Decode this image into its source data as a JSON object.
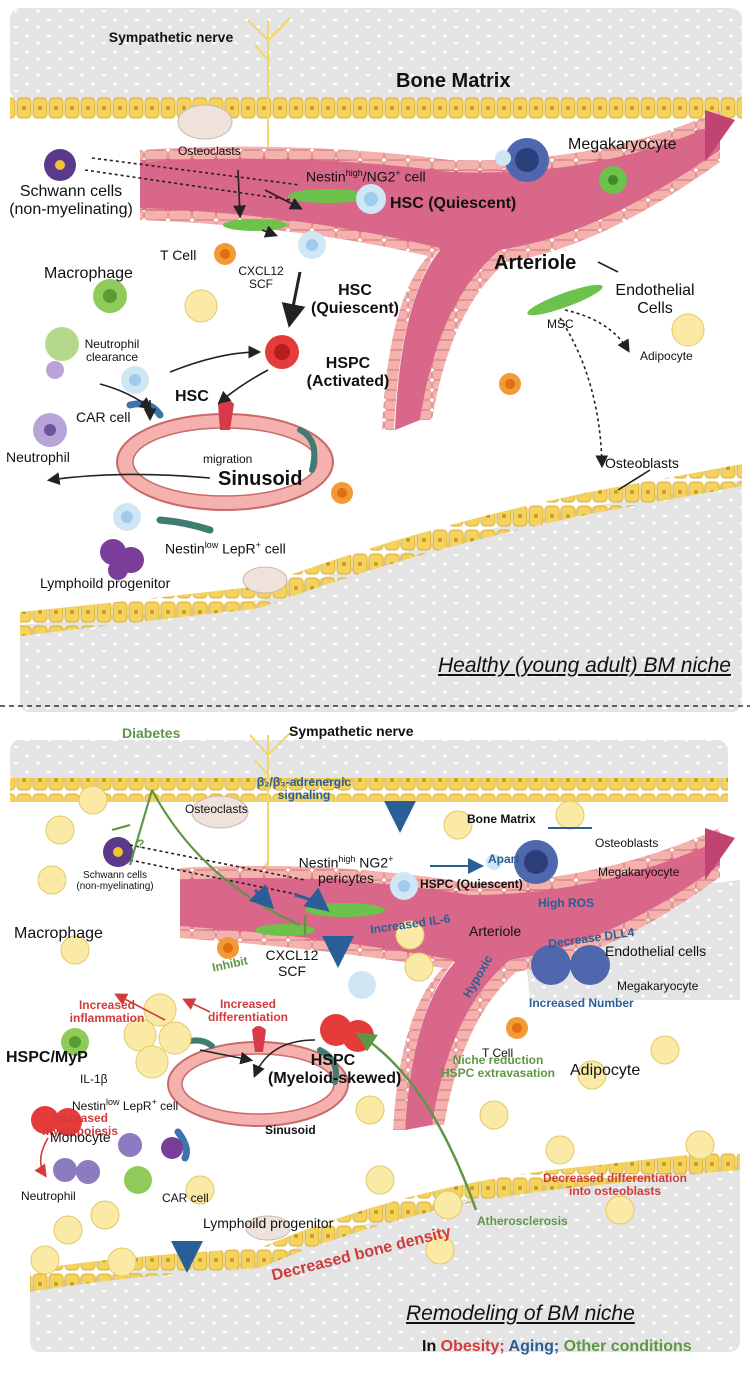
{
  "top": {
    "sympathetic_nerve": "Sympathetic nerve",
    "bone_matrix": "Bone Matrix",
    "osteoclasts": "Osteoclasts",
    "megakaryocyte": "Megakaryocyte",
    "schwann_cells": "Schwann cells",
    "schwann_sub": "(non-myelinating)",
    "nestin_high": "Nestin",
    "nestin_high_sup": "high",
    "nestin_high_rest": "/NG2",
    "nestin_high_plus": "+",
    "nestin_high_cell": " cell",
    "hsc_quiescent_1": "HSC (Quiescent)",
    "t_cell": "T Cell",
    "cxcl12": "CXCL12",
    "scf": "SCF",
    "hsc_quiescent_2a": "HSC",
    "hsc_quiescent_2b": "(Quiescent)",
    "arteriole": "Arteriole",
    "endothelial_a": "Endothelial",
    "endothelial_b": "Cells",
    "macrophage": "Macrophage",
    "neutrophil_clearance_a": "Neutrophil",
    "neutrophil_clearance_b": "clearance",
    "hspc_a": "HSPC",
    "hspc_b": "(Activated)",
    "msc": "MSC",
    "adipocyte": "Adipocyte",
    "hsc": "HSC",
    "car_cell": "CAR cell",
    "neutrophil": "Neutrophil",
    "migration": "migration",
    "sinusoid": "Sinusoid",
    "osteoblasts": "Osteoblasts",
    "nestin_low": "Nestin",
    "nestin_low_sup": "low",
    "lepr": " LepR",
    "lepr_plus": "+",
    "lepr_cell": " cell",
    "lymphoid": "Lymphoild progenitor",
    "caption": "Healthy (young adult)  BM niche"
  },
  "bottom": {
    "diabetes": "Diabetes",
    "sympathetic_nerve": "Sympathetic nerve",
    "adrenergic_a": "β₂/β₃-adrenergic",
    "adrenergic_b": "signaling",
    "bone_matrix": "Bone Matrix",
    "osteoclasts": "Osteoclasts",
    "osteoblasts": "Osteoblasts",
    "question": "?",
    "nestin_a": "Nestin",
    "nestin_a_sup": "high",
    "nestin_a_rest": " NG2",
    "nestin_a_plus": "+",
    "nestin_b": "pericytes",
    "apart": "Apart",
    "megakaryocyte": "Megakaryocyte",
    "schwann_a": "Schwann cells",
    "schwann_b": "(non-myelinating)",
    "hspc_quiescent": "HSPC (Quiescent)",
    "high_ros": "High ROS",
    "macrophage": "Macrophage",
    "increased_il6": "Increased IL-6",
    "arteriole": "Arteriole",
    "decrease_dll4": "Decrease DLL4",
    "endothelial": "Endothelial cells",
    "inhibit": "Inhibit",
    "cxcl12": "CXCL12",
    "scf": "SCF",
    "hypoxic": "Hypoxic",
    "megakaryocyte_2": "Megakaryocyte",
    "increased_number": "Increased Number",
    "increased_inflammation_a": "Increased",
    "increased_inflammation_b": "inflammation",
    "increased_diff_a": "Increased",
    "increased_diff_b": "differentiation",
    "t_cell": "T Cell",
    "hspc_myp": "HSPC/MyP",
    "il1b": "IL-1β",
    "hspc_a": "HSPC",
    "hspc_b": "(Myeloid-skewed)",
    "niche_a": "Niche reduction",
    "niche_b": "HSPC extravasation",
    "adipocyte": "Adipocyte",
    "nestin_low": "Nestin",
    "nestin_low_sup": "low",
    "lepr": " LepR",
    "lepr_plus": "+",
    "lepr_cell": " cell",
    "increased_myelo_a": "Increased",
    "increased_myelo_b": "myelopoiesis",
    "sinusoid": "Sinusoid",
    "monocyte": "Monocyte",
    "neutrophil": "Neutrophil",
    "car_cell": "CAR cell",
    "decreased_diff_a": "Decreased differentiation",
    "decreased_diff_b": "into osteoblasts",
    "lymphoid": "Lymphoild progenitor",
    "atherosclerosis": "Atherosclerosis",
    "bone_density": "Decreased bone density",
    "caption": "Remodeling of  BM niche",
    "legend_in": "In ",
    "legend_obesity": "Obesity;",
    "legend_aging": " Aging;",
    "legend_other": " Other conditions"
  },
  "colors": {
    "obesity": "#d13b3b",
    "aging": "#2a5e96",
    "other": "#5f9645",
    "bone": "#e3e3e3",
    "vessel": "#d8678a",
    "endothelium": "#f2a9a5"
  }
}
